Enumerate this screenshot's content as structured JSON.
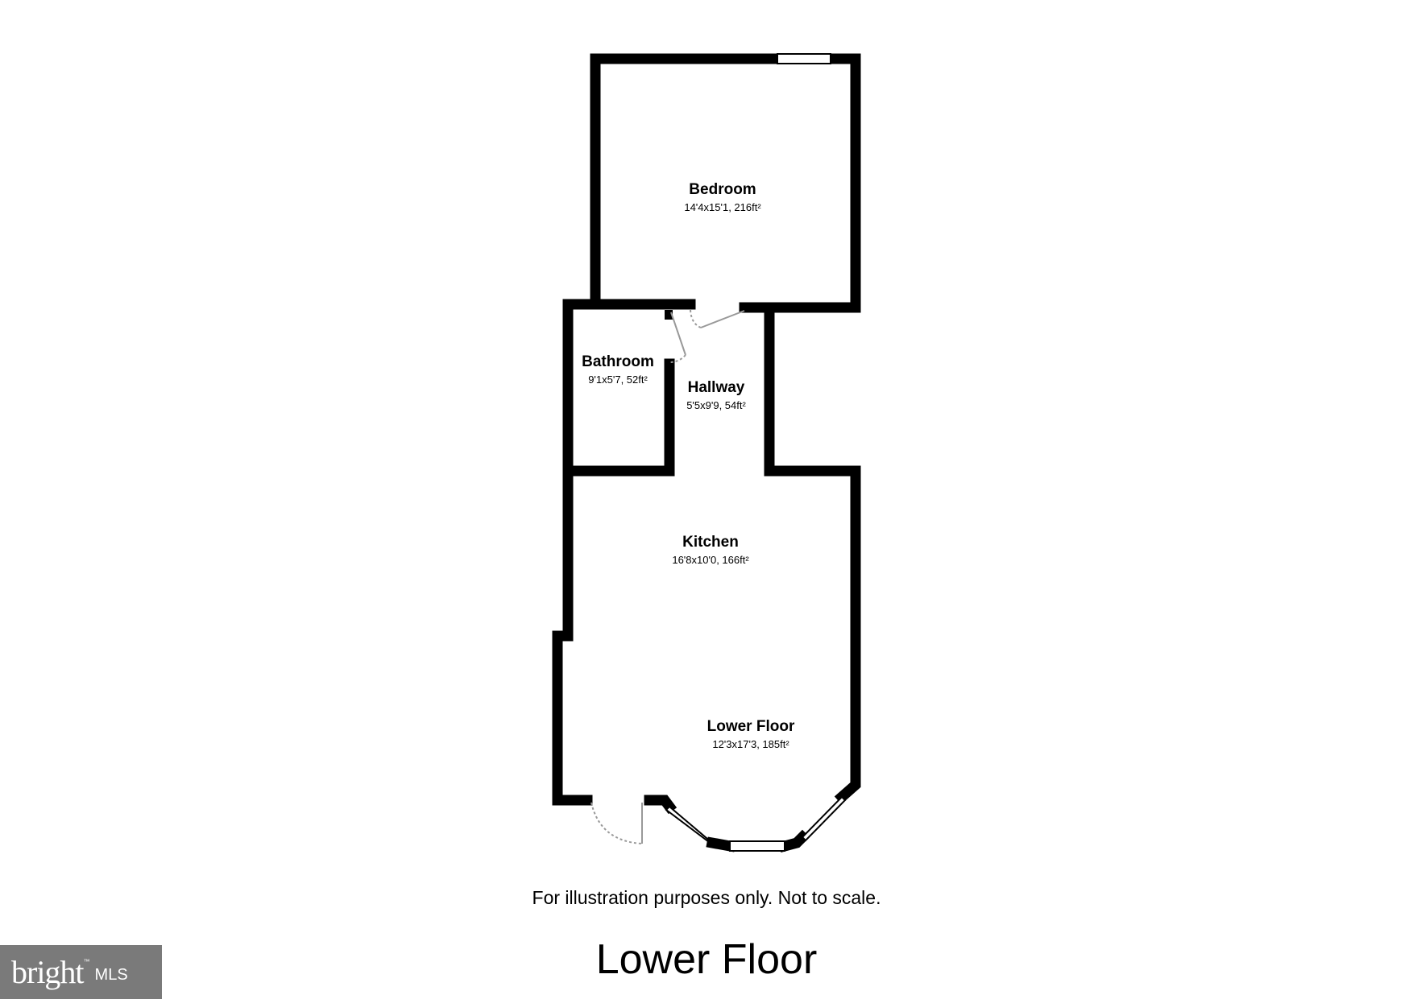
{
  "rooms": [
    {
      "name": "Bedroom",
      "dims": "14'4x15'1, 216ft²"
    },
    {
      "name": "Bathroom",
      "dims": "9'1x5'7, 52ft²"
    },
    {
      "name": "Hallway",
      "dims": "5'5x9'9, 54ft²"
    },
    {
      "name": "Kitchen",
      "dims": "16'8x10'0, 166ft²"
    },
    {
      "name": "Lower Floor",
      "dims": "12'3x17'3, 185ft²"
    }
  ],
  "disclaimer": "For illustration purposes only. Not to scale.",
  "floor_title": "Lower Floor",
  "logo": {
    "word": "bright",
    "tm": "™",
    "mls": "MLS"
  },
  "colors": {
    "wall": "#000000",
    "background": "#ffffff",
    "logo_bg": "#7a7a7a",
    "door_swing": "#999999"
  }
}
